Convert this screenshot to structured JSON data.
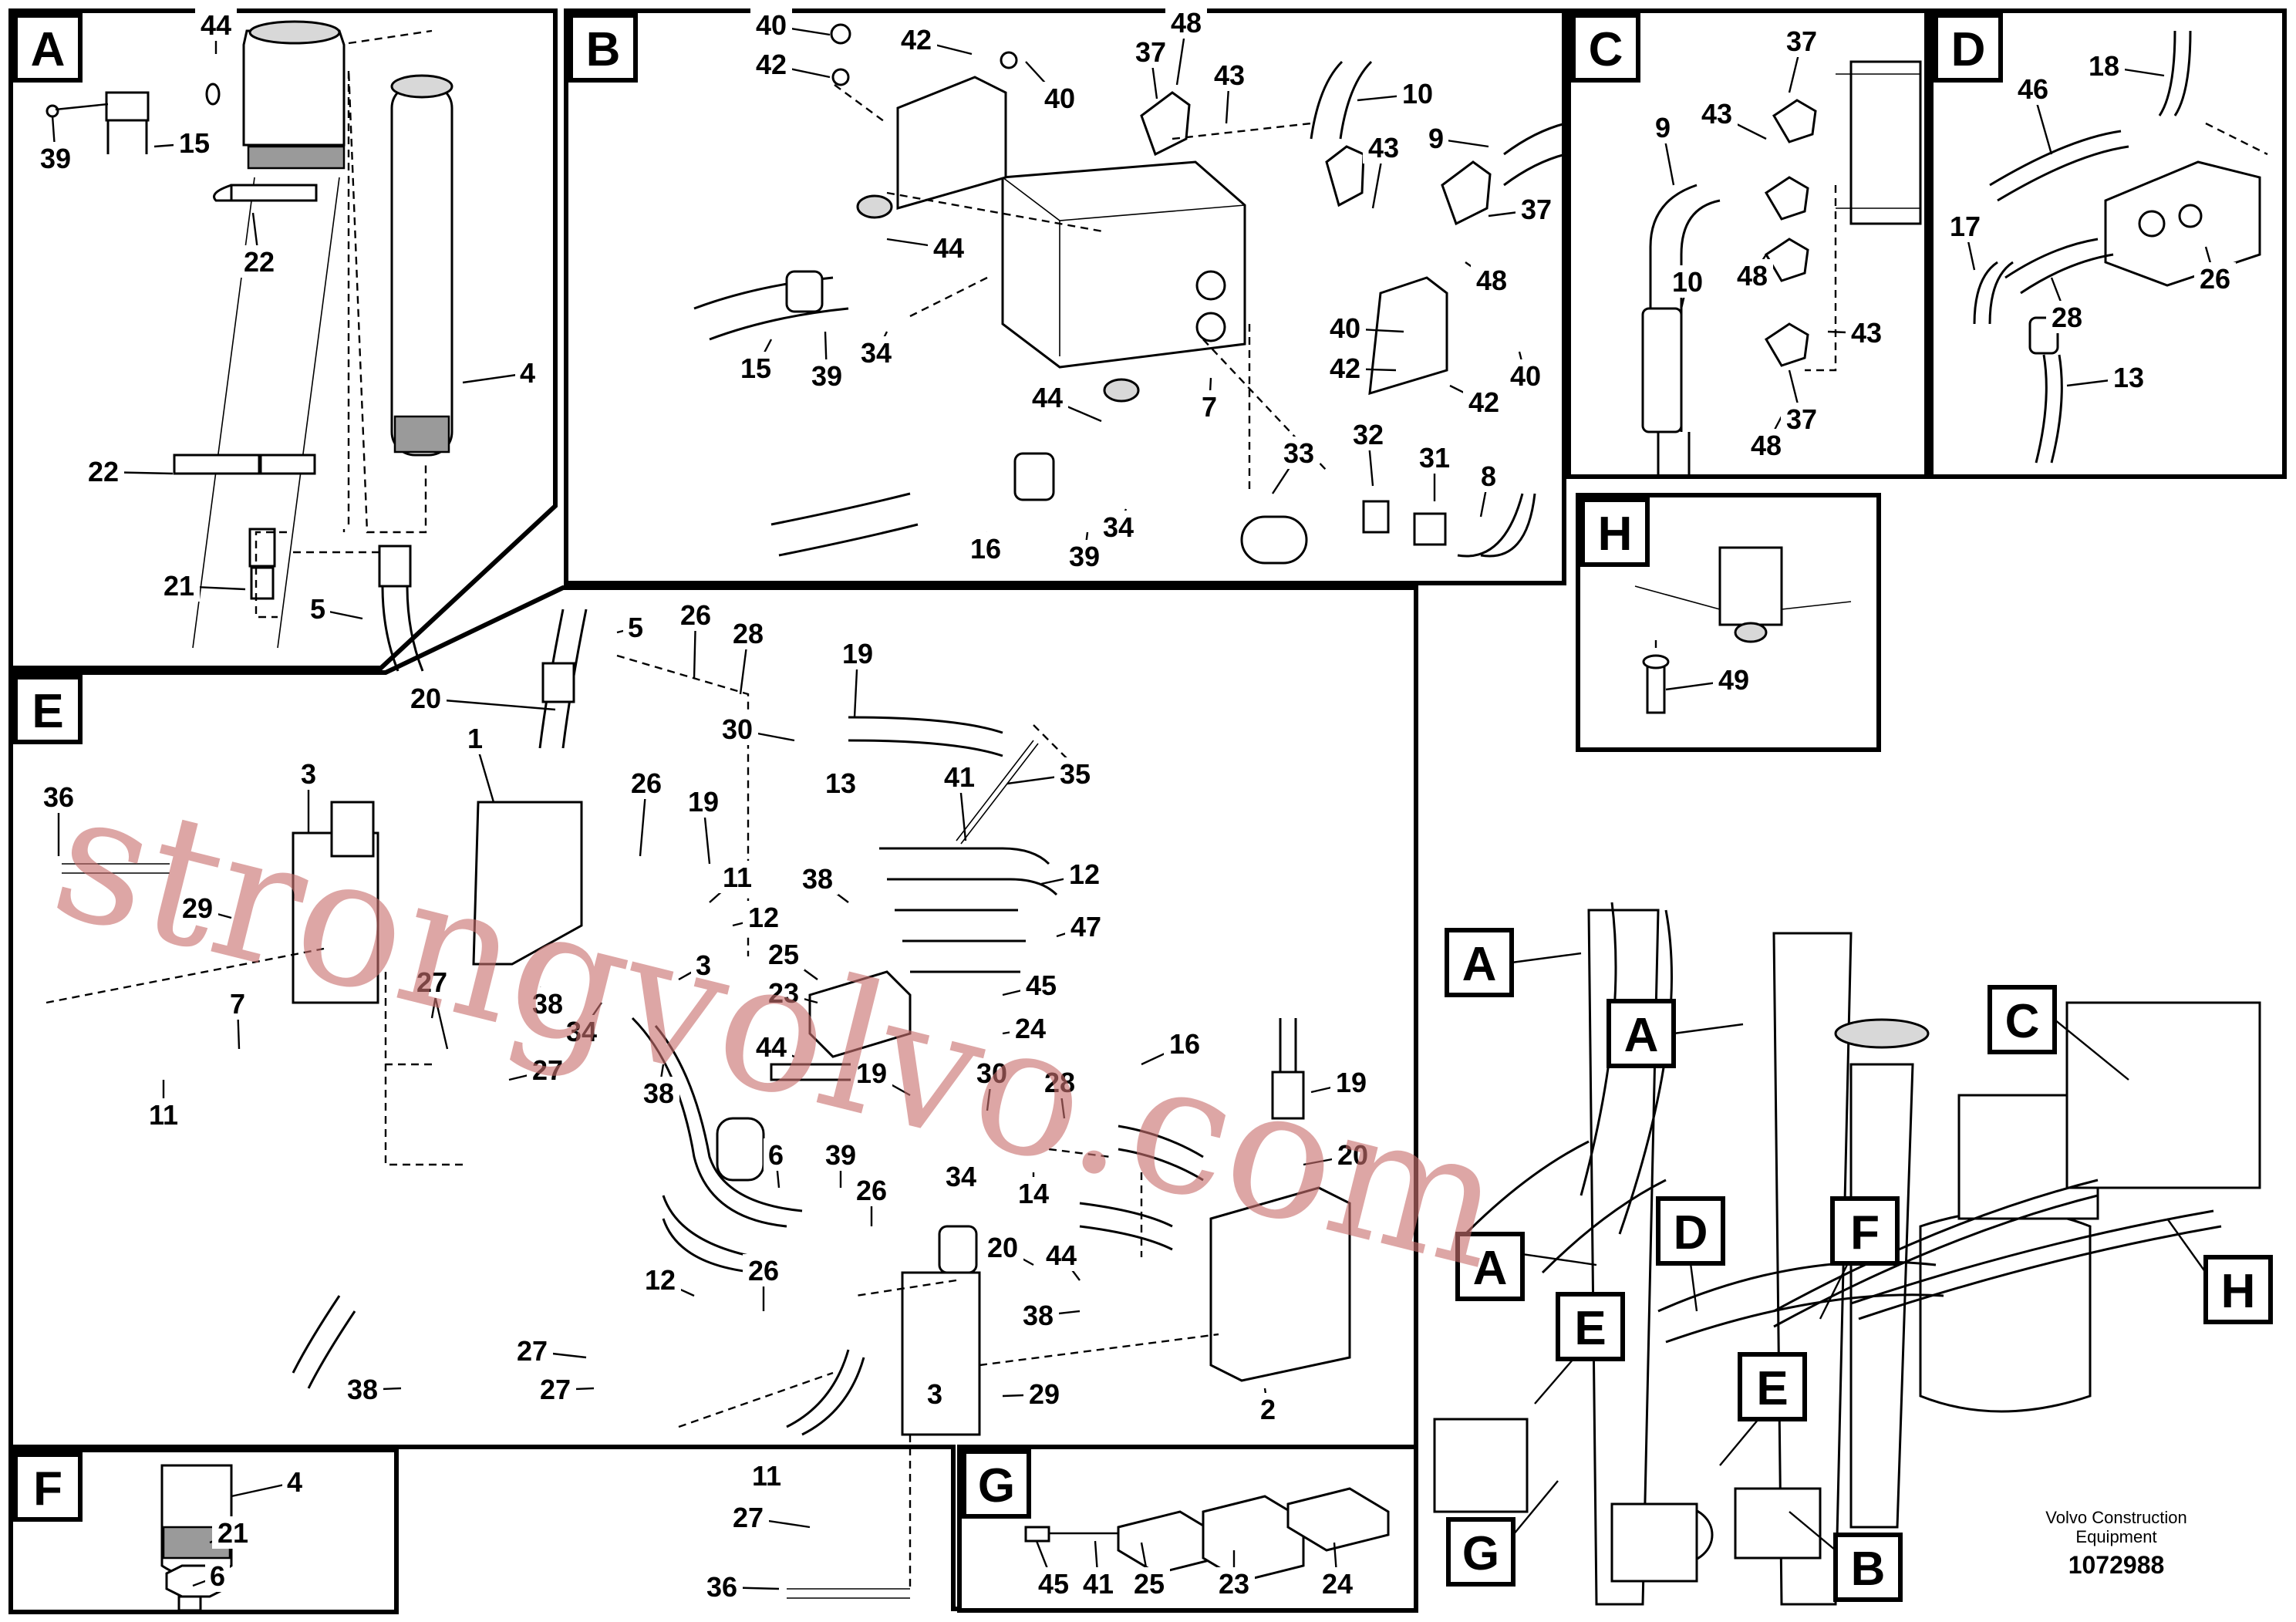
{
  "panels": {
    "A": "A",
    "B": "B",
    "C": "C",
    "D": "D",
    "E": "E",
    "F": "F",
    "G": "G",
    "H": "H"
  },
  "overview_tags": {
    "a1": "A",
    "a2": "A",
    "a3": "A",
    "c": "C",
    "d": "D",
    "e1": "E",
    "e2": "E",
    "f": "F",
    "g": "G",
    "b": "B",
    "h": "H"
  },
  "labels": {
    "A": [
      "44",
      "39",
      "15",
      "22",
      "4",
      "22",
      "21",
      "5"
    ],
    "B": [
      "40",
      "42",
      "42",
      "40",
      "48",
      "37",
      "43",
      "10",
      "9",
      "43",
      "37",
      "44",
      "48",
      "15",
      "39",
      "34",
      "40",
      "42",
      "42",
      "40",
      "44",
      "7",
      "16",
      "39",
      "34",
      "33",
      "32",
      "31",
      "8"
    ],
    "C": [
      "37",
      "9",
      "43",
      "48",
      "10",
      "43",
      "48",
      "37"
    ],
    "D": [
      "18",
      "46",
      "17",
      "28",
      "26",
      "13"
    ],
    "E": [
      "5",
      "26",
      "28",
      "19",
      "20",
      "30",
      "13",
      "1",
      "3",
      "36",
      "41",
      "35",
      "26",
      "19",
      "11",
      "12",
      "38",
      "12",
      "29",
      "3",
      "47",
      "25",
      "23",
      "27",
      "38",
      "44",
      "34",
      "24",
      "45",
      "7",
      "11",
      "27",
      "27",
      "38",
      "16",
      "19",
      "30",
      "28",
      "19",
      "20",
      "6",
      "39",
      "34",
      "14",
      "26",
      "44",
      "20",
      "12",
      "26",
      "38",
      "27",
      "38",
      "27",
      "29",
      "11",
      "27",
      "3",
      "2",
      "36"
    ],
    "F": [
      "4",
      "21",
      "6"
    ],
    "G": [
      "45",
      "41",
      "25",
      "23",
      "24"
    ],
    "H": [
      "49"
    ]
  },
  "footer": {
    "brand_line1": "Volvo Construction",
    "brand_line2": "Equipment",
    "doc_number": "1072988"
  },
  "watermark": "strongvolvo.com",
  "colors": {
    "watermark": "#c9706f",
    "line": "#000000",
    "background": "#ffffff"
  }
}
